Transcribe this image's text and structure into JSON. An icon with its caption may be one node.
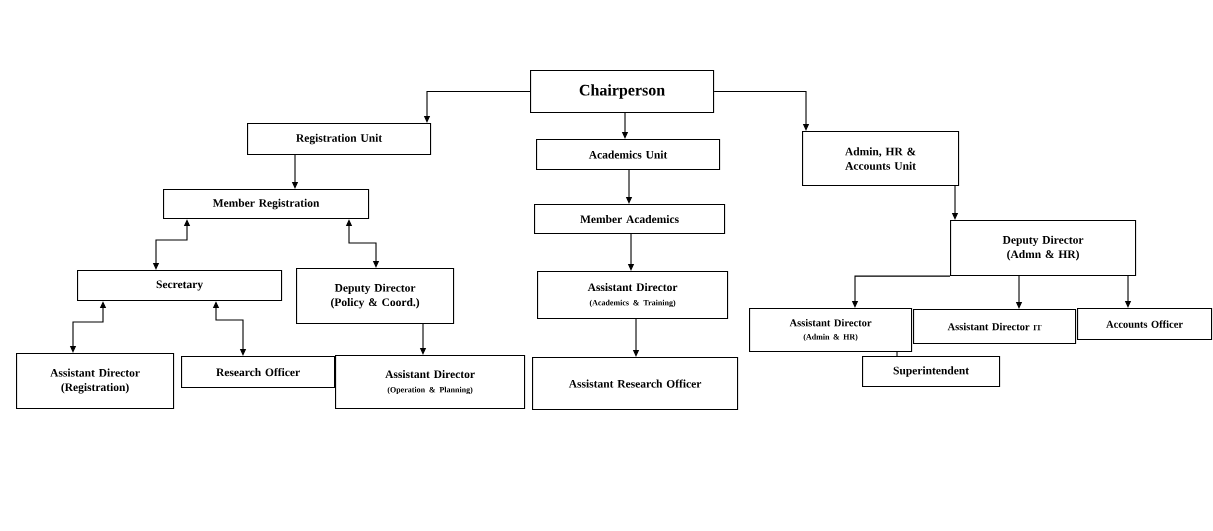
{
  "diagram": {
    "nodes": [
      {
        "text": [
          "Chairperson"
        ]
      },
      {
        "text": [
          "Registration Unit"
        ]
      },
      {
        "text": [
          "Academics Unit"
        ]
      },
      {
        "text": [
          "Admin, HR & Accounts Unit"
        ]
      },
      {
        "text": [
          "Member Registration"
        ]
      },
      {
        "text": [
          "Member Academics"
        ]
      },
      {
        "text": [
          "Secretary"
        ]
      },
      {
        "text": [
          "Deputy Director (Policy & Coord.)"
        ]
      },
      {
        "text": [
          "Assistant Director",
          "(Academics & Training)"
        ]
      },
      {
        "text": [
          "Deputy Director (Admn & HR)"
        ]
      },
      {
        "text": [
          "Assistant Director (Registration)"
        ]
      },
      {
        "text": [
          "Research Officer"
        ]
      },
      {
        "text": [
          "Assistant Director",
          "(Operation & Planning)"
        ]
      },
      {
        "text": [
          "Assistant Research Officer"
        ]
      },
      {
        "text": [
          "Assistant Director",
          "(Admin & HR)"
        ]
      },
      {
        "text": [
          "Assistant Director",
          "IT"
        ]
      },
      {
        "text": [
          "Accounts Officer"
        ]
      },
      {
        "text": [
          "Superintendent"
        ]
      }
    ],
    "edges": [
      {
        "from": 0,
        "to": 1,
        "arrow": "to"
      },
      {
        "from": 0,
        "to": 2,
        "arrow": "to"
      },
      {
        "from": 0,
        "to": 3,
        "arrow": "to"
      },
      {
        "from": 1,
        "to": 4,
        "arrow": "to"
      },
      {
        "from": 2,
        "to": 5,
        "arrow": "to"
      },
      {
        "from": 3,
        "to": 9,
        "arrow": "to"
      },
      {
        "from": 4,
        "to": 6,
        "arrow": "both"
      },
      {
        "from": 4,
        "to": 7,
        "arrow": "both"
      },
      {
        "from": 5,
        "to": 8,
        "arrow": "to"
      },
      {
        "from": 6,
        "to": 10,
        "arrow": "both"
      },
      {
        "from": 6,
        "to": 11,
        "arrow": "both"
      },
      {
        "from": 7,
        "to": 12,
        "arrow": "to"
      },
      {
        "from": 8,
        "to": 13,
        "arrow": "to"
      },
      {
        "from": 9,
        "to": 14,
        "arrow": "to"
      },
      {
        "from": 9,
        "to": 15,
        "arrow": "to"
      },
      {
        "from": 9,
        "to": 16,
        "arrow": "to"
      },
      {
        "from": 14,
        "to": 17,
        "arrow": "none"
      }
    ]
  }
}
